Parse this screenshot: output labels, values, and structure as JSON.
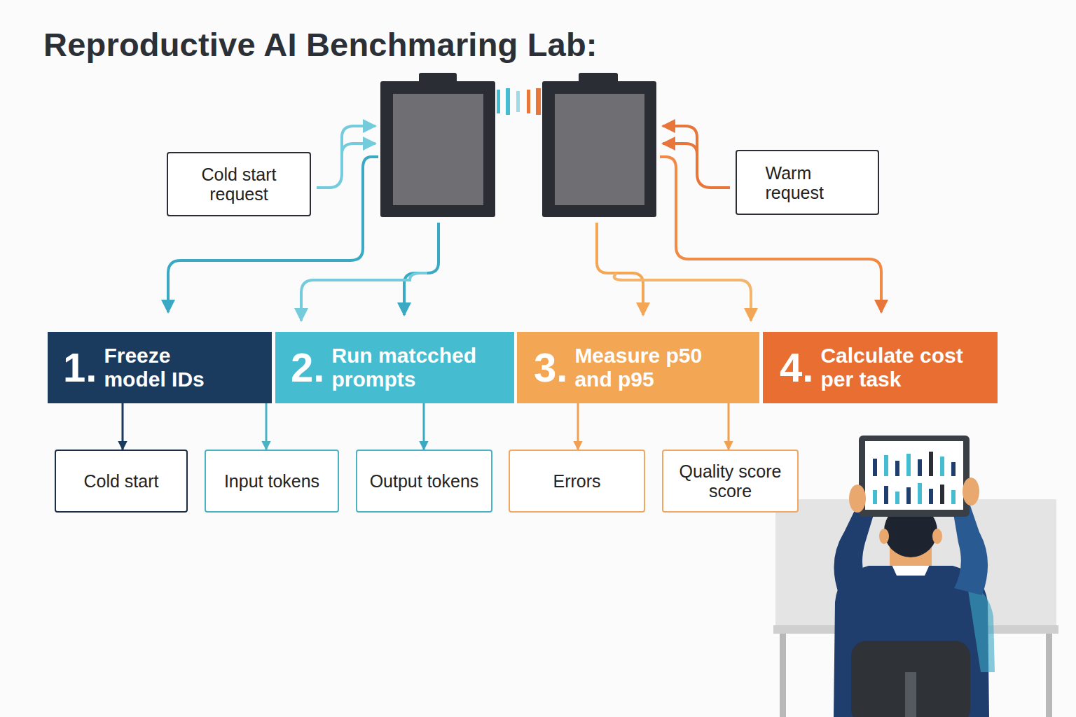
{
  "diagram": {
    "title": "Reproductive AI Benchmaring Lab:",
    "nodes": [
      {
        "text": [
          "Cold start request"
        ]
      },
      {
        "text": [
          "Warm request"
        ]
      },
      {
        "text": [
          "1.",
          "Freeze model IDs"
        ]
      },
      {
        "text": [
          "2.",
          "Run matcched prompts"
        ]
      },
      {
        "text": [
          "3.",
          "Measure p50 and p95"
        ]
      },
      {
        "text": [
          "4.",
          "Calculate cost per task"
        ]
      },
      {
        "text": [
          "Cold start"
        ]
      },
      {
        "text": [
          "Input tokens"
        ]
      },
      {
        "text": [
          "Output tokens"
        ]
      },
      {
        "text": [
          "Errors"
        ]
      },
      {
        "text": [
          "Quality score score"
        ]
      }
    ],
    "edges": [
      {
        "from": 2,
        "to": 6,
        "arrow": "to"
      },
      {
        "from": 2,
        "to": 7,
        "arrow": "to"
      },
      {
        "from": 3,
        "to": 8,
        "arrow": "to"
      },
      {
        "from": 4,
        "to": 9,
        "arrow": "to"
      },
      {
        "from": 4,
        "to": 10,
        "arrow": "to"
      }
    ]
  }
}
